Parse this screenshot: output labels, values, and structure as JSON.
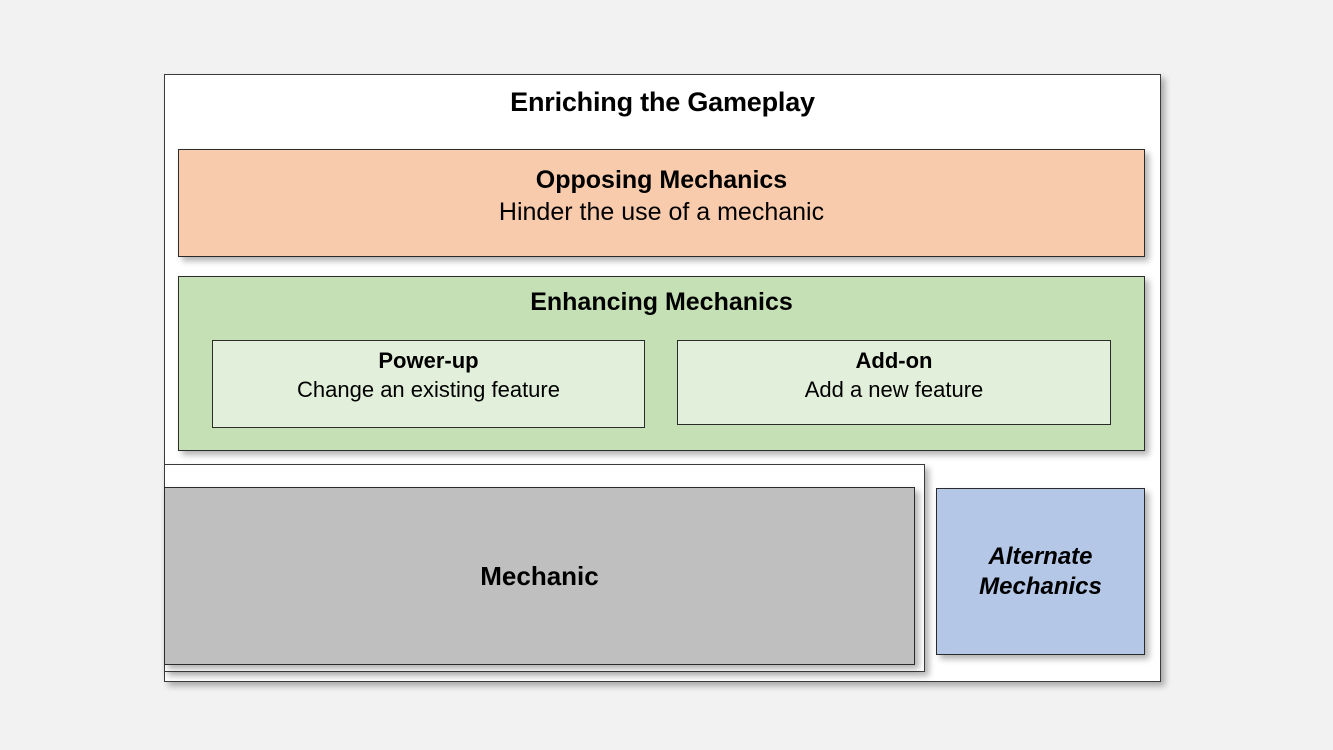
{
  "background_color": "#f2f2f2",
  "diagram": {
    "title": "Enriching the Gameplay",
    "outer_frame": {
      "label": "Enriching the Gameplay",
      "fill": "#ffffff",
      "border": "#3b3b3b"
    },
    "layers": [
      {
        "name": "opposing-mechanics",
        "title": "Opposing Mechanics",
        "description": "Hinder the use of a mechanic",
        "fill": "#f8cbad",
        "border": "#2b2b2b"
      },
      {
        "name": "enhancing-mechanics",
        "title": "Enhancing Mechanics",
        "fill": "#c5e0b4",
        "border": "#2b2b2b",
        "children": [
          {
            "name": "power-up",
            "title": "Power-up",
            "description": "Change an existing feature",
            "fill": "#e2efda",
            "border": "#2b2b2b"
          },
          {
            "name": "add-on",
            "title": "Add-on",
            "description": "Add a new feature",
            "fill": "#e2efda",
            "border": "#2b2b2b"
          }
        ]
      }
    ],
    "base": {
      "mechanic": {
        "label": "Mechanic",
        "fill": "#bfbfbf",
        "border": "#2b2b2b"
      },
      "alternate_mechanics": {
        "label": "Alternate\nMechanics",
        "label_line1": "Alternate",
        "label_line2": "Mechanics",
        "fill": "#b4c7e7",
        "border": "#2b2b2b",
        "style": "bold-italic"
      }
    }
  }
}
